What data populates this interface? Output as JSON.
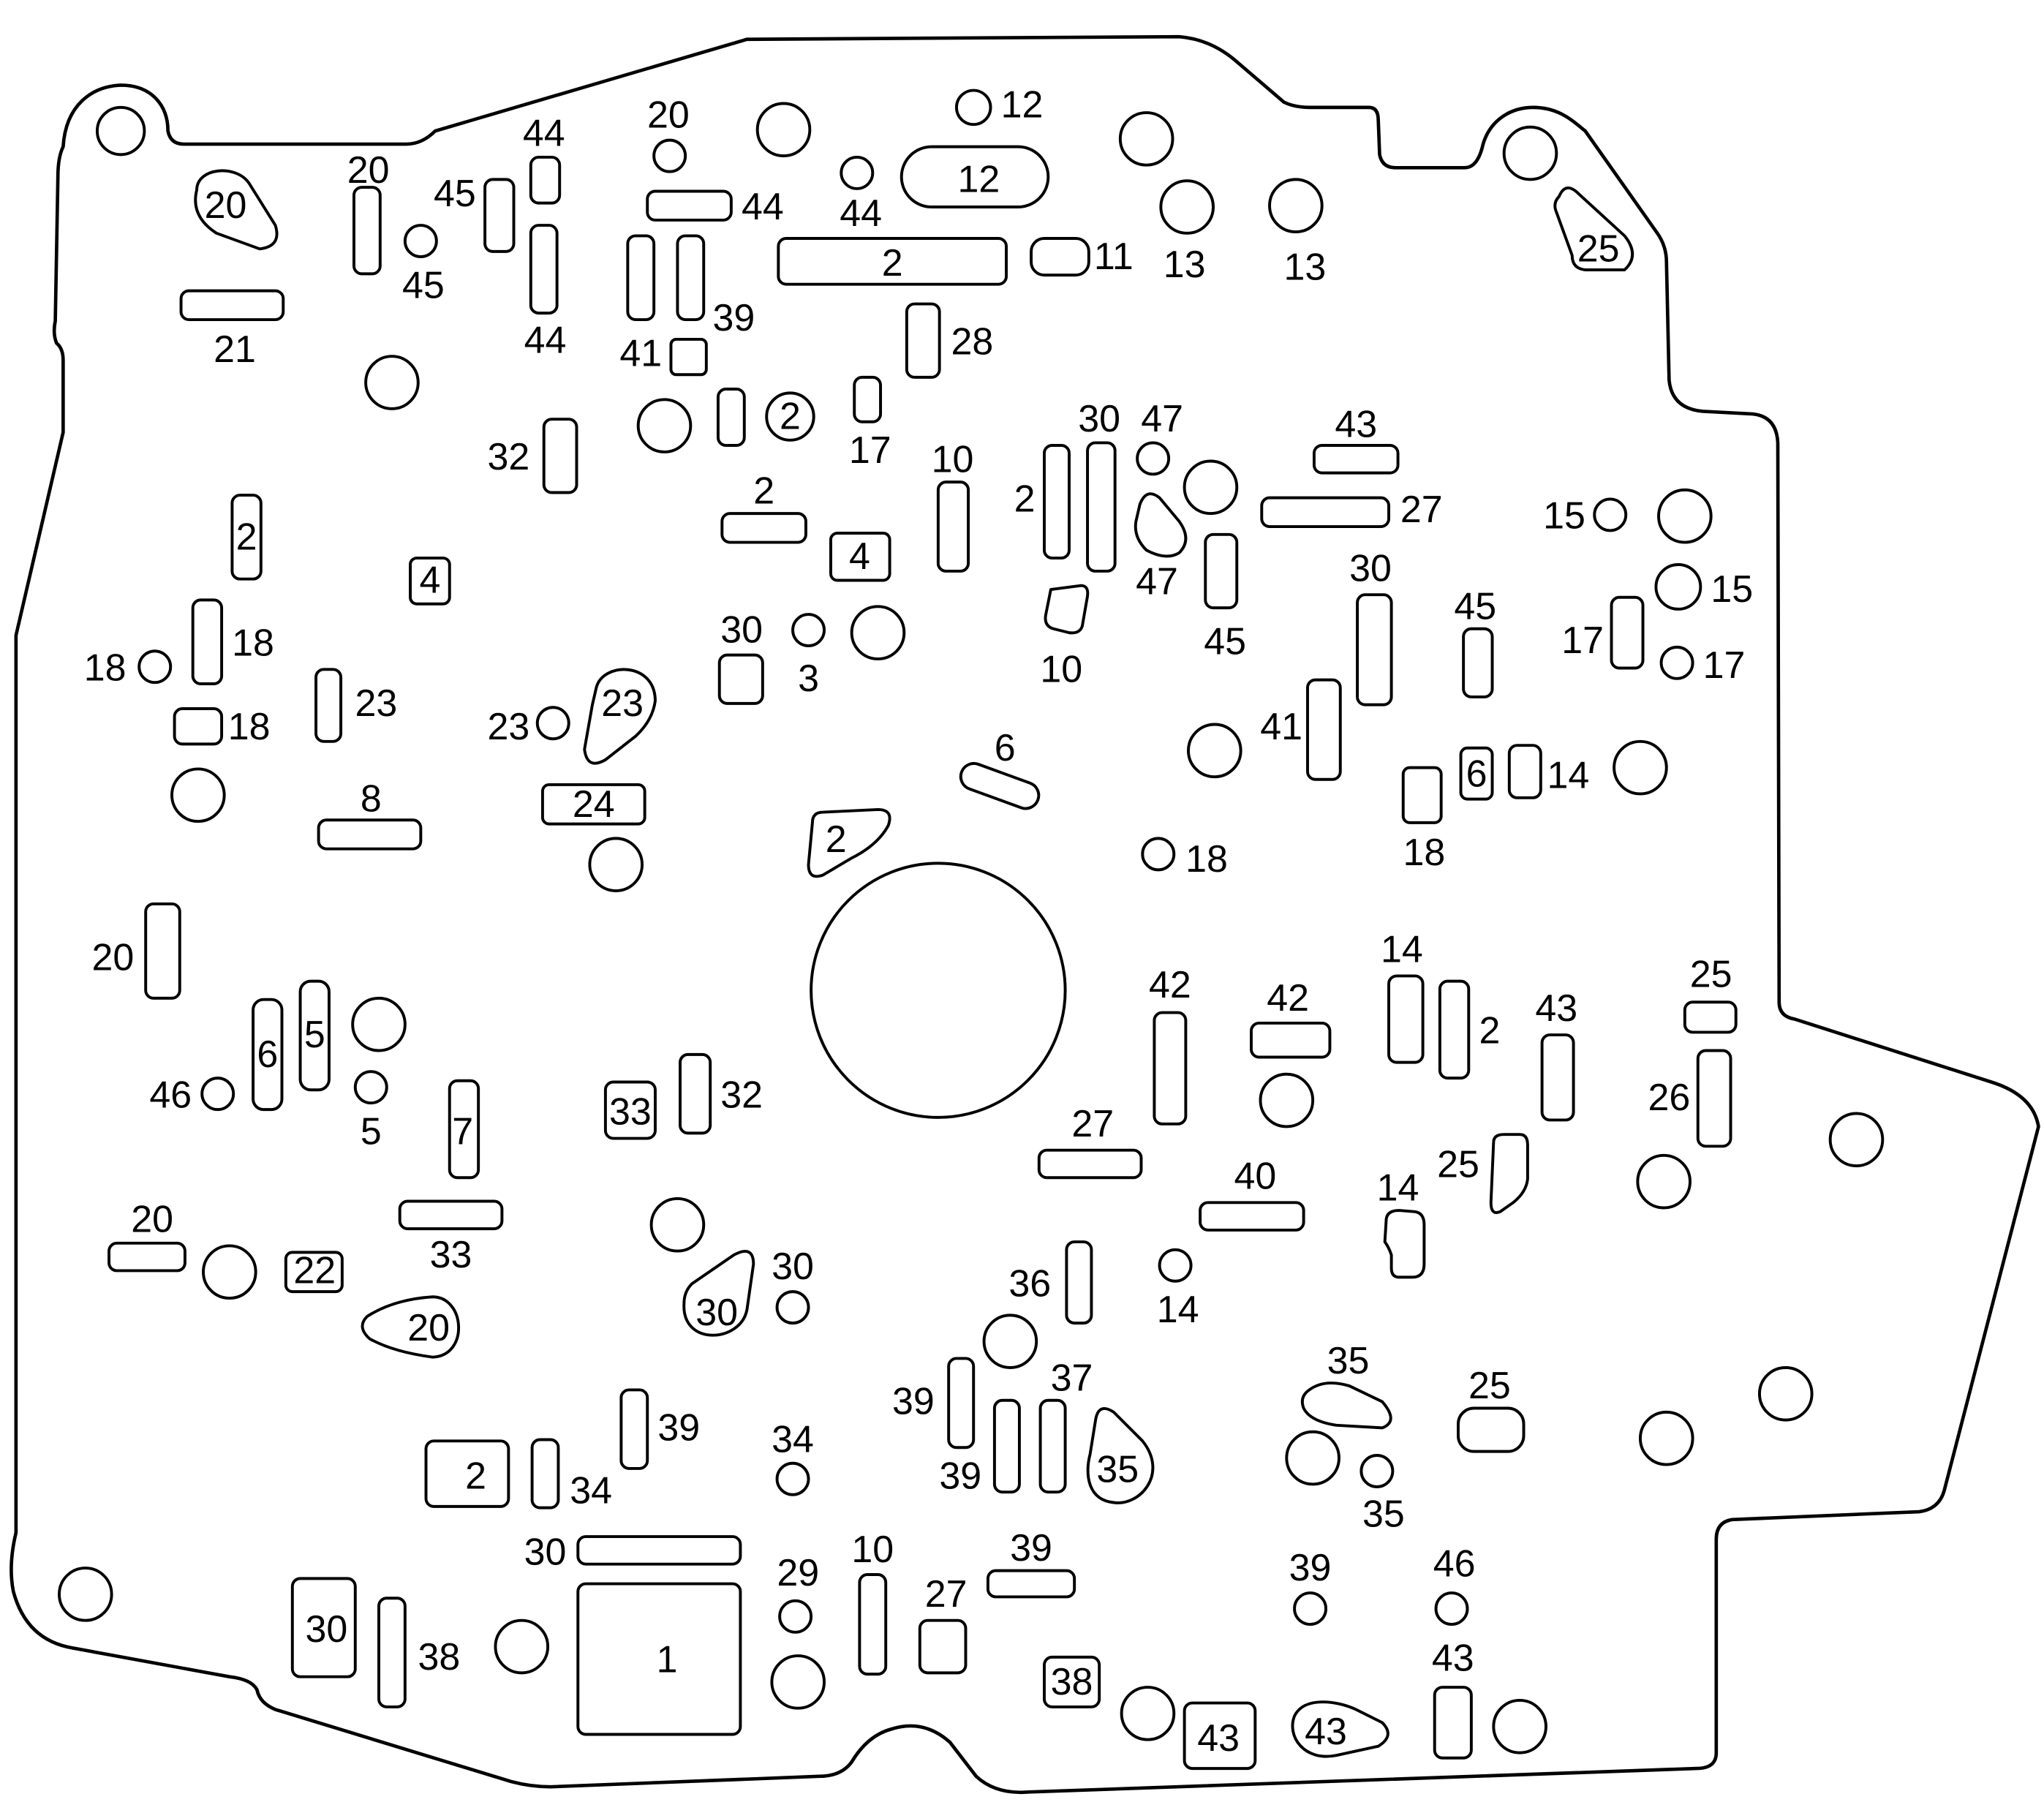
{
  "colors": {
    "line": "#000000",
    "background": "#ffffff"
  },
  "plate": {
    "labels": [
      "20",
      "20",
      "45",
      "45",
      "44",
      "44",
      "21",
      "20",
      "44",
      "41",
      "39",
      "44",
      "2",
      "12",
      "12",
      "11",
      "13",
      "13",
      "25",
      "28",
      "2",
      "17",
      "32",
      "2",
      "4",
      "2",
      "4",
      "10",
      "2",
      "30",
      "47",
      "47",
      "45",
      "10",
      "43",
      "27",
      "15",
      "15",
      "17",
      "17",
      "30",
      "45",
      "41",
      "6",
      "14",
      "18",
      "18",
      "6",
      "2",
      "3",
      "30",
      "18",
      "18",
      "18",
      "23",
      "23",
      "23",
      "8",
      "24",
      "20",
      "6",
      "5",
      "46",
      "5",
      "7",
      "33",
      "32",
      "33",
      "20",
      "22",
      "20",
      "30",
      "30",
      "39",
      "2",
      "34",
      "34",
      "30",
      "30",
      "38",
      "1",
      "29",
      "10",
      "27",
      "39",
      "38",
      "43",
      "43",
      "39",
      "46",
      "43",
      "26",
      "25",
      "43",
      "14",
      "2",
      "25",
      "14",
      "42",
      "42",
      "27",
      "40",
      "14",
      "36",
      "39",
      "39",
      "37",
      "35",
      "35",
      "25",
      "35"
    ]
  }
}
